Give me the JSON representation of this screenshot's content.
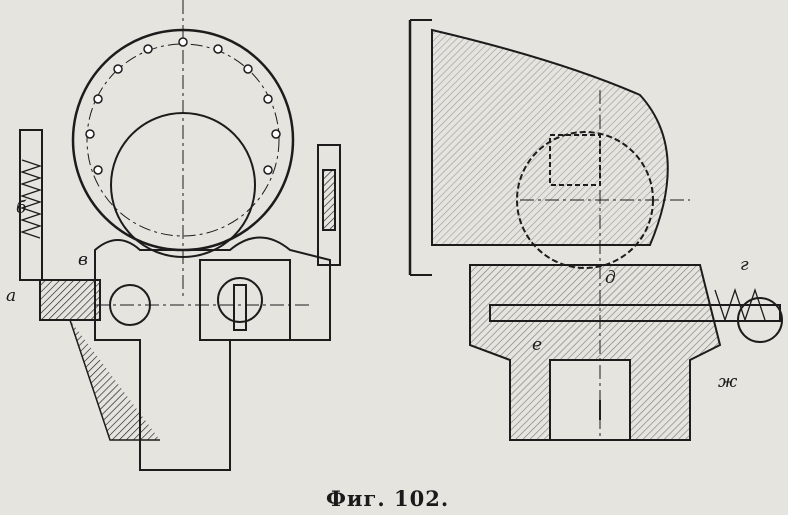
{
  "figure": {
    "caption": "Фиг. 102.",
    "labels": {
      "a": "а",
      "b": "б",
      "v": "в",
      "g": "г",
      "d": "д",
      "e": "е",
      "zh": "ж"
    }
  }
}
